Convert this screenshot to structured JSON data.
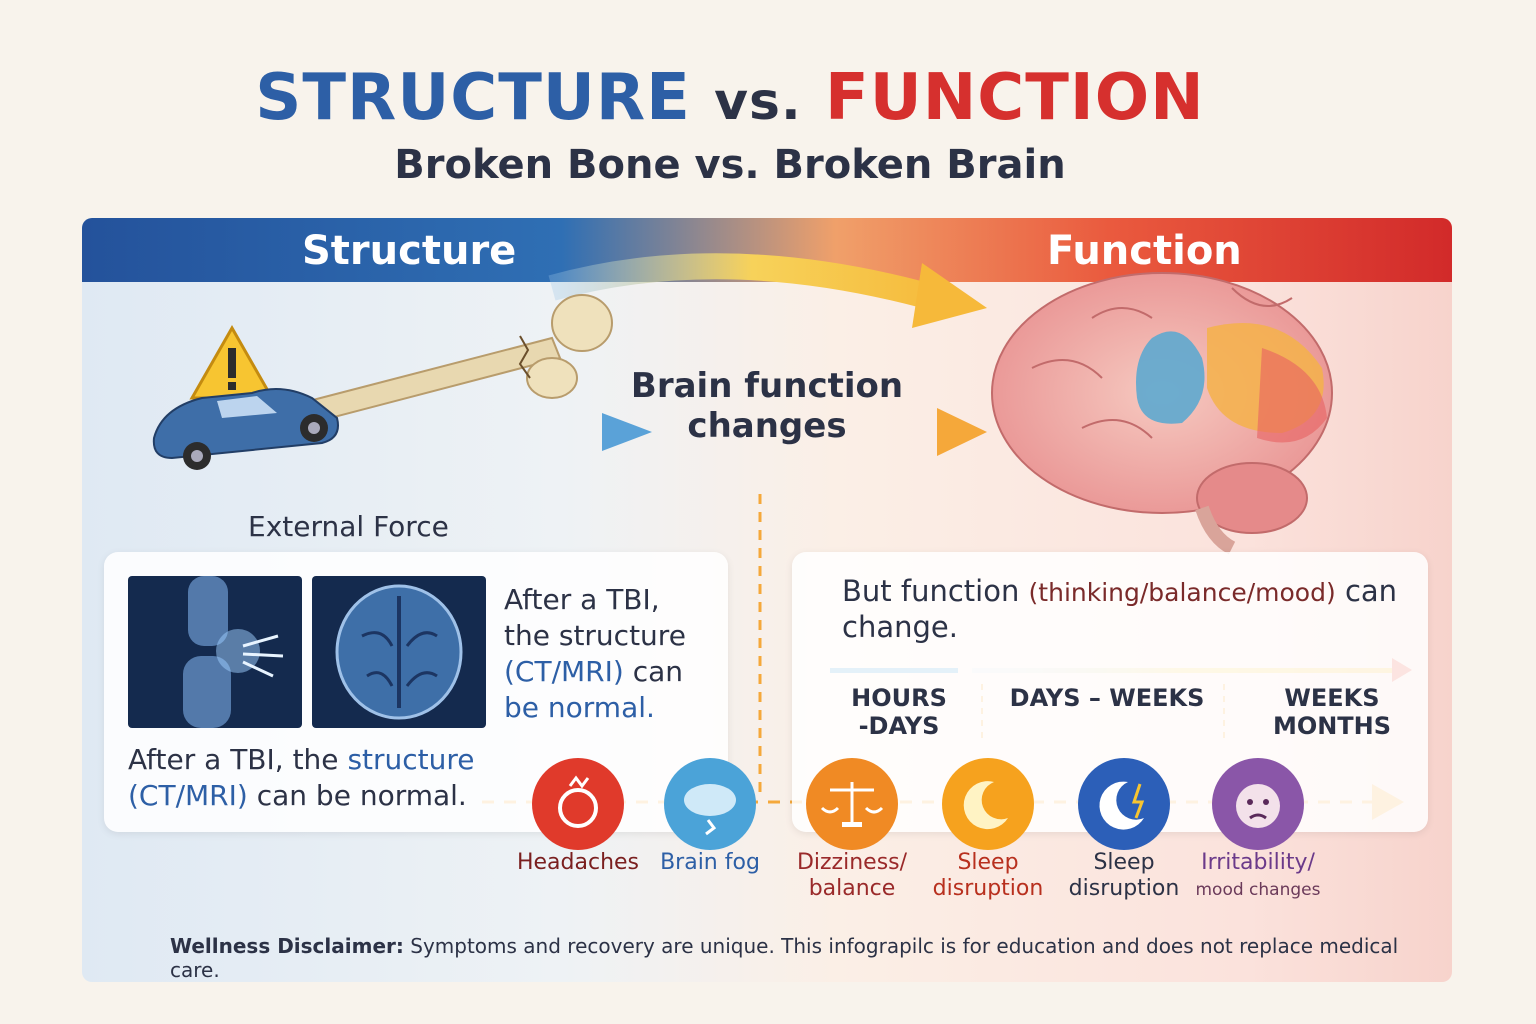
{
  "title": {
    "part1": "STRUCTURE",
    "vs": "vs.",
    "part2": "FUNCTION",
    "subtitle": "Broken Bone vs. Broken Brain"
  },
  "header": {
    "left": "Structure",
    "right": "Function"
  },
  "middle_label": "Brain function changes",
  "external_force": "External Force",
  "left_card": {
    "side_text_1": "After a TBI,",
    "side_text_2": "the structure",
    "side_text_3": "(CT/MRI)",
    "side_text_4": "can",
    "side_text_5": "be normal.",
    "bottom_text_1": "After a TBI, the",
    "bottom_text_2": "structure",
    "bottom_text_3": "(CT/MRI)",
    "bottom_text_4": "can be normal."
  },
  "right_card": {
    "text_1": "But function",
    "text_paren": "(thinking/balance/mood)",
    "text_2": "can change."
  },
  "timeline": {
    "t1": "HOURS\n-DAYS",
    "t2": "DAYS – WEEKS",
    "t3": "WEEKS\nMONTHS"
  },
  "symptoms": [
    {
      "label": "Headaches",
      "icon": "headache-icon",
      "color": "#e03a2b"
    },
    {
      "label": "Brain fog",
      "icon": "cloud-brain-icon",
      "color": "#4ba3d8"
    },
    {
      "label": "Dizziness/\nbalance",
      "icon": "balance-scale-icon",
      "color": "#f08a24"
    },
    {
      "label": "Sleep\ndisruption",
      "icon": "moon-icon",
      "color": "#f6a21e"
    },
    {
      "label": "Sleep\ndisruption",
      "icon": "moon-lightning-icon",
      "color": "#2c5fb8"
    },
    {
      "label": "Irritability/",
      "sublabel": "mood changes",
      "icon": "upset-face-icon",
      "color": "#8a56a8"
    }
  ],
  "disclaimer": {
    "bold": "Wellness Disclaimer:",
    "text": "Symptoms and recovery are unique. This infograpilc is for education and does not replace medical care."
  }
}
